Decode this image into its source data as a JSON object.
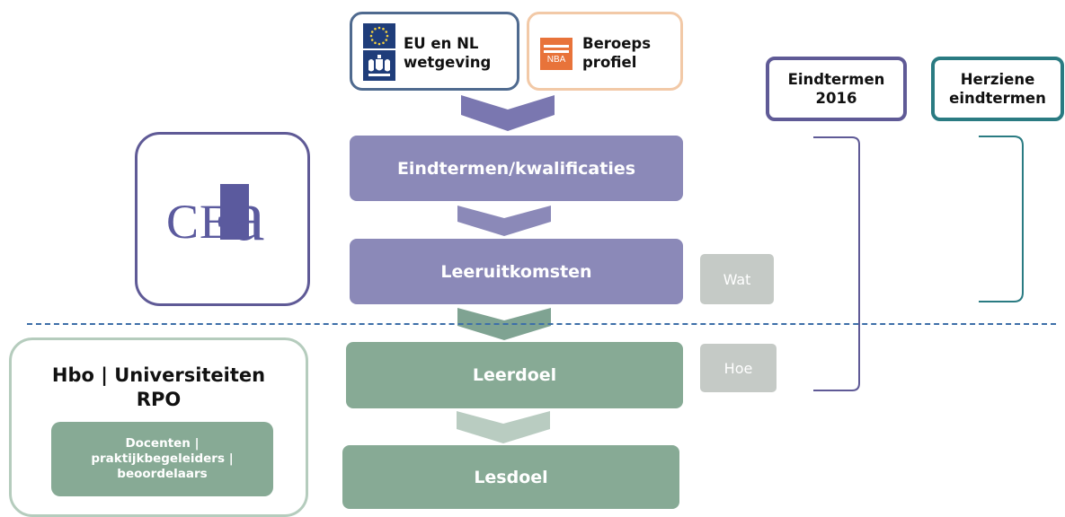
{
  "sources": [
    {
      "label_line1": "EU en NL",
      "label_line2": "wetgeving",
      "icon": "eu-flag-and-coat-of-arms-icon"
    },
    {
      "label_line1": "Beroeps",
      "label_line2": "profiel",
      "icon": "nba-logo",
      "logo_text": "NBA"
    }
  ],
  "flow": [
    {
      "label": "Eindtermen/kwalificaties"
    },
    {
      "label": "Leeruitkomsten"
    },
    {
      "label": "Leerdoel"
    },
    {
      "label": "Lesdoel"
    }
  ],
  "side_labels": {
    "wat": "Wat",
    "hoe": "Hoe"
  },
  "headers": {
    "eindtermen_2016": {
      "line1": "Eindtermen",
      "line2": "2016"
    },
    "herziene": {
      "line1": "Herziene",
      "line2": "eindtermen"
    }
  },
  "cea_logo": {
    "text_ce": "CE",
    "text_a": "a"
  },
  "hbo": {
    "title_line1": "Hbo | Universiteiten",
    "title_line2": "RPO",
    "inner_line1": "Docenten |",
    "inner_line2": "praktijkbegeleiders |",
    "inner_line3": "beoordelaars"
  },
  "colors": {
    "purple": "#8b89b8",
    "green": "#87aa95",
    "dark_purple": "#5f5a96",
    "teal": "#2a7b82",
    "nba_orange": "#e8733a",
    "eu_blue": "#1f3d7a",
    "divider": "#3d6fa8"
  }
}
